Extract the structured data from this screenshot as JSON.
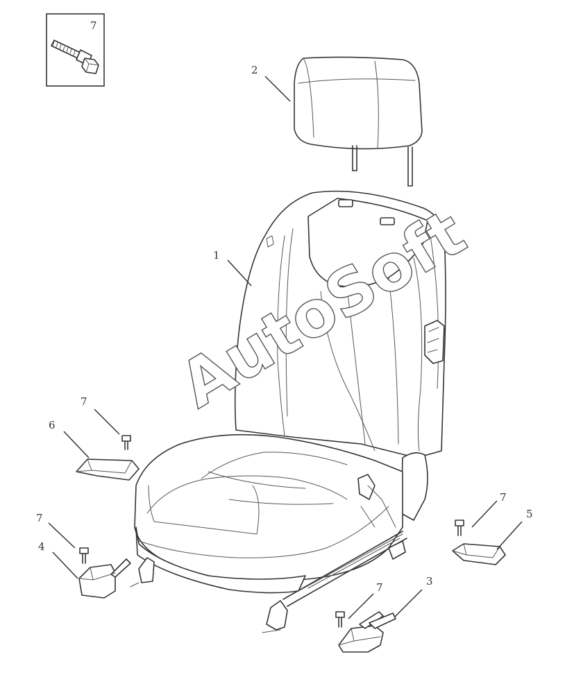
{
  "diagram": {
    "watermark": "AutoSoft",
    "inset_label": "7",
    "callouts": {
      "seat_assembly": "1",
      "headrest": "2",
      "cover_front_right": "3",
      "cover_front_left": "4",
      "cover_rear_right": "5",
      "cover_rear_left": "6",
      "bolt_rear_left": "7",
      "bolt_front_left": "7",
      "bolt_rear_right": "7",
      "bolt_front_right": "7"
    }
  }
}
